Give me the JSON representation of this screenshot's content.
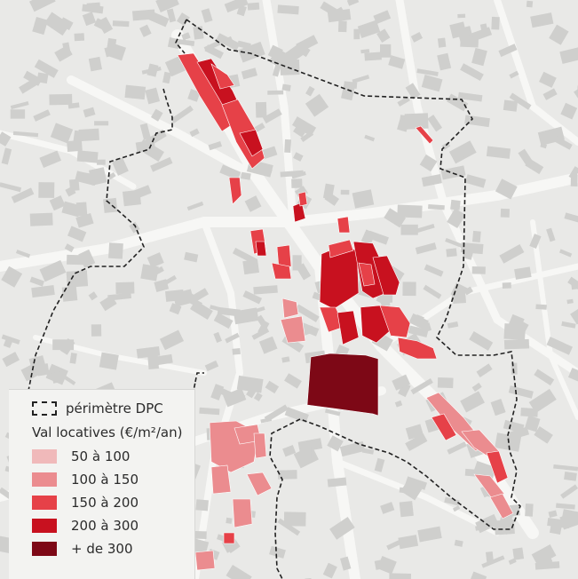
{
  "legend": {
    "perimeter_label": "périmètre DPC",
    "title": "Val locatives (€/m²/an)",
    "classes": [
      {
        "label": "50 à 100",
        "color": "#f0b9ba"
      },
      {
        "label": "100 à 150",
        "color": "#eb8c8f"
      },
      {
        "label": "150 à 200",
        "color": "#e64148"
      },
      {
        "label": "200 à 300",
        "color": "#c8111f"
      },
      {
        "label": "+ de 300",
        "color": "#7d0816"
      }
    ]
  },
  "map": {
    "background_color": "#e9e9e7",
    "building_color": "#cfcfcd",
    "road_color": "#f7f7f5",
    "perimeter_color": "#222222"
  }
}
